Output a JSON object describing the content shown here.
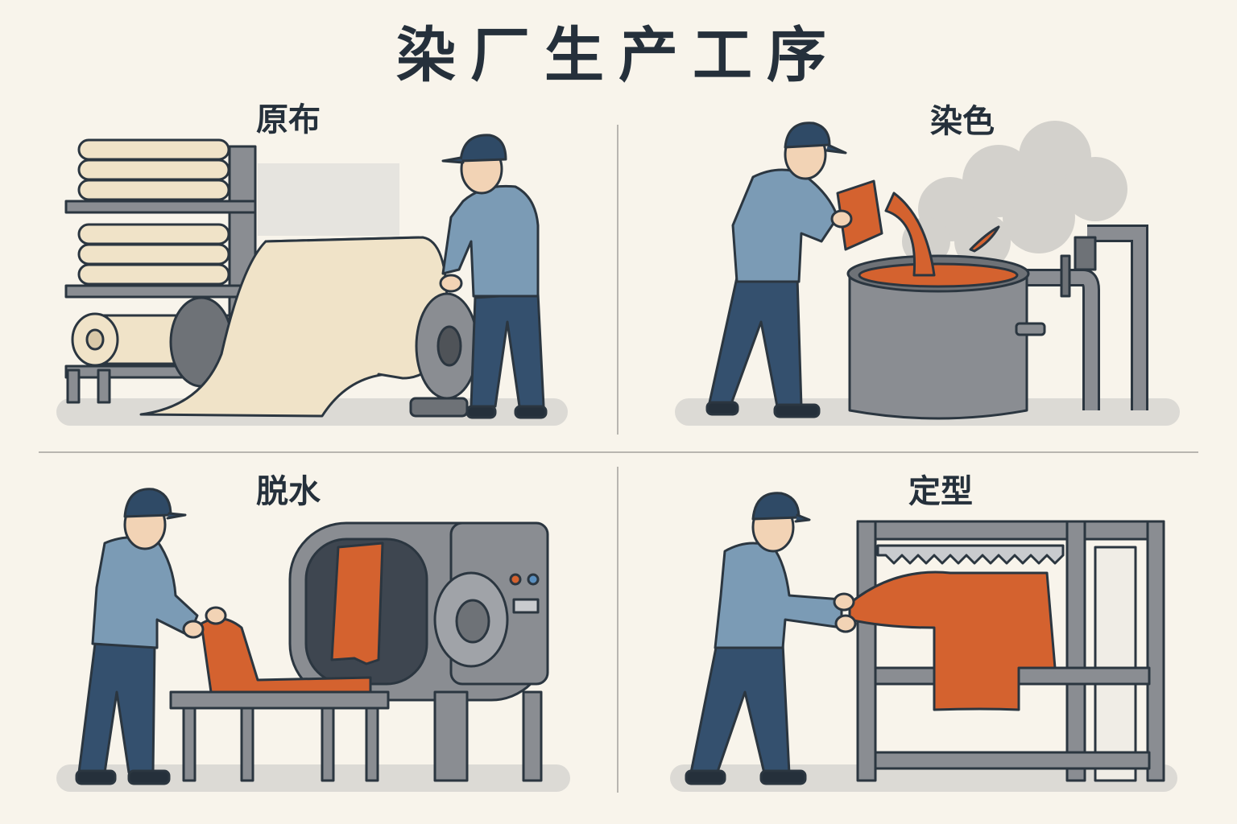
{
  "title": "染厂生产工序",
  "steps": [
    {
      "label": "原布"
    },
    {
      "label": "染色"
    },
    {
      "label": "脱水"
    },
    {
      "label": "定型"
    }
  ],
  "colors": {
    "background": "#f8f4eb",
    "shirt": "#7b9bb5",
    "pants": "#34506e",
    "cap": "#2f4a66",
    "machine": "#8a8d92",
    "dye": "#d4622f",
    "fabric": "#f0e3c8"
  }
}
